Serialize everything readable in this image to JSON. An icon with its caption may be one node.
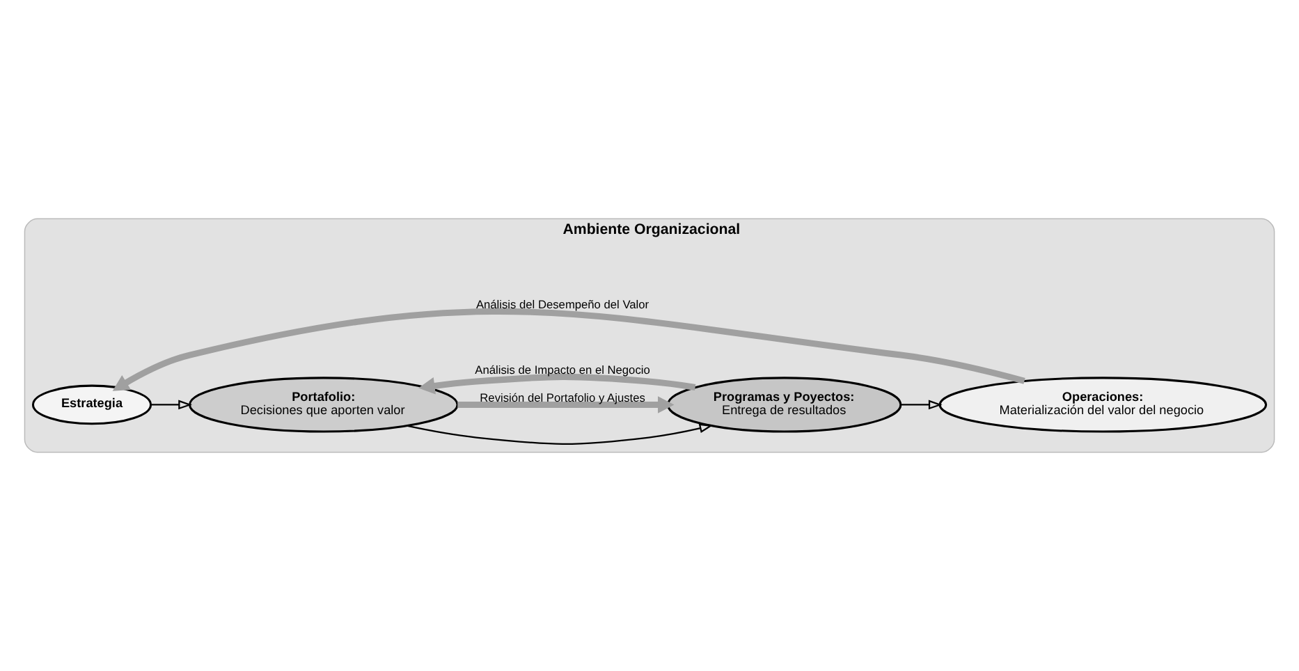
{
  "diagram": {
    "nodes": [
      {
        "text": [
          "Ambiente Organizacional"
        ]
      },
      {
        "text": [
          "Estrategia"
        ],
        "in": 0
      },
      {
        "text": [
          "Portafolio:",
          "Decisiones que aporten valor"
        ],
        "in": 0
      },
      {
        "text": [
          "Programas y Poyectos:",
          "Entrega de resultados"
        ],
        "in": 0
      },
      {
        "text": [
          "Operaciones:",
          "Materialización del valor del negocio"
        ],
        "in": 0
      }
    ],
    "edges": [
      {
        "from": 1,
        "to": 2,
        "arrow": "to"
      },
      {
        "from": 2,
        "to": 3,
        "arrow": "to"
      },
      {
        "from": 3,
        "to": 4,
        "arrow": "to"
      },
      {
        "from": 2,
        "to": 3,
        "arrow": "to",
        "label": "Revisión del Portafolio y Ajustes",
        "style": "thick",
        "color": "#a0a0a0"
      },
      {
        "from": 3,
        "to": 2,
        "arrow": "to",
        "label": "Análisis de Impacto en el Negocio",
        "style": "thick",
        "color": "#a0a0a0"
      },
      {
        "from": 4,
        "to": 1,
        "arrow": "to",
        "label": "Análisis del Desempeño del Valor",
        "style": "thick",
        "color": "#a0a0a0"
      }
    ]
  }
}
